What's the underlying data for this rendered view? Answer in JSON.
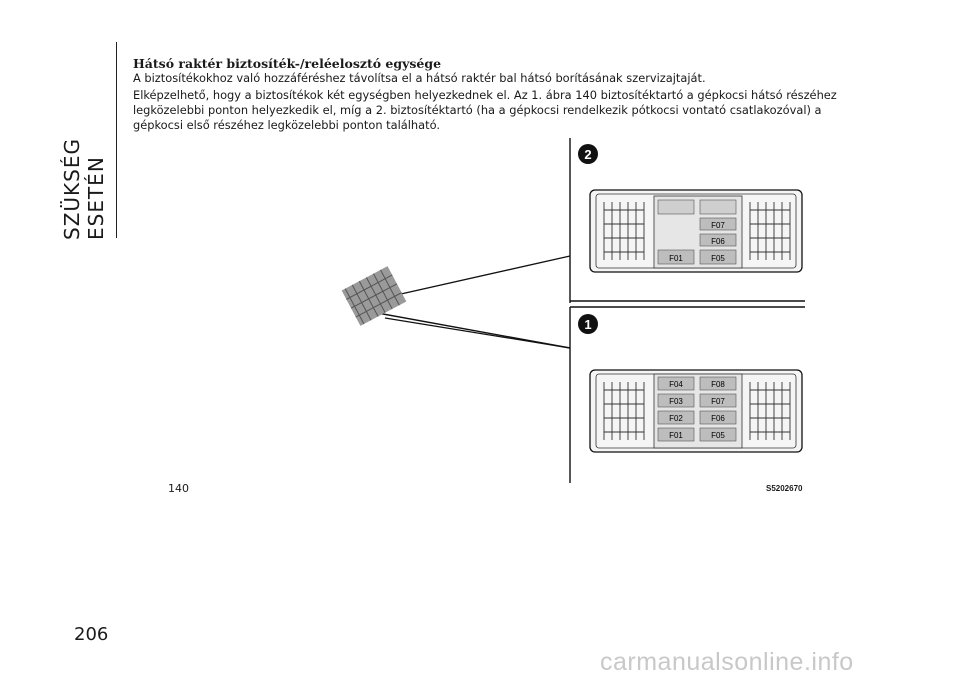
{
  "side_title": "SZÜKSÉG ESETÉN",
  "heading": "Hátsó raktér biztosíték-/reléelosztó egysége",
  "paragraph1": "A biztosítékokhoz való hozzáféréshez távolítsa el a hátsó raktér bal hátsó borításának szervizajtaját.",
  "paragraph2": "Elképzelhető, hogy a biztosítékok két egységben helyezkednek el. Az 1. ábra 140 biztosítéktartó a gépkocsi hátsó részéhez legközelebbi ponton helyezkedik el, míg a 2. biztosítéktartó (ha a gépkocsi rendelkezik pótkocsi vontató csatlakozóval) a gépkocsi első részéhez legközelebbi ponton található.",
  "figure": {
    "number": "140",
    "code": "S5202670",
    "callout_top": "2",
    "callout_bottom": "1",
    "upper_box_labels": [
      [
        "F07"
      ],
      [
        "F06"
      ],
      [
        "F01",
        "F05"
      ]
    ],
    "lower_box_labels": [
      [
        "F04",
        "F08"
      ],
      [
        "F03",
        "F07"
      ],
      [
        "F02",
        "F06"
      ],
      [
        "F01",
        "F05"
      ]
    ]
  },
  "page_number": "206",
  "watermark": "carmanualsonline.info"
}
